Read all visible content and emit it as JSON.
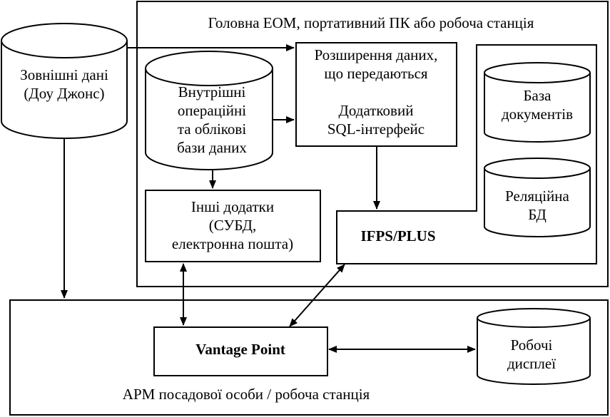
{
  "main_computer": {
    "title": "Головна ЕОМ, портативний ПК або робоча станція"
  },
  "external_data": {
    "line1": "Зовнішні дані",
    "line2": "(Доу Джонс)"
  },
  "internal_db": {
    "line1": "Внутрішні",
    "line2": "операційні",
    "line3": "та облікові",
    "line4": "бази даних"
  },
  "extensions": {
    "line1": "Розширення даних,",
    "line2": "що передаються",
    "line3": "Додатковий",
    "line4": "SQL-інтерфейс"
  },
  "documents_db": {
    "line1": "База",
    "line2": "документів"
  },
  "relational_db": {
    "line1": "Реляційна",
    "line2": "БД"
  },
  "other_apps": {
    "line1": "Інші додатки",
    "line2": "(СУБД,",
    "line3": "електронна пошта)"
  },
  "ifps": {
    "label": "IFPS/PLUS"
  },
  "workstation": {
    "title": "АРМ посадової особи / робоча станція"
  },
  "vantage": {
    "label": "Vantage Point"
  },
  "displays": {
    "line1": "Робочі",
    "line2": "дисплеї"
  },
  "colors": {
    "stroke": "#000000",
    "fill": "#ffffff"
  }
}
